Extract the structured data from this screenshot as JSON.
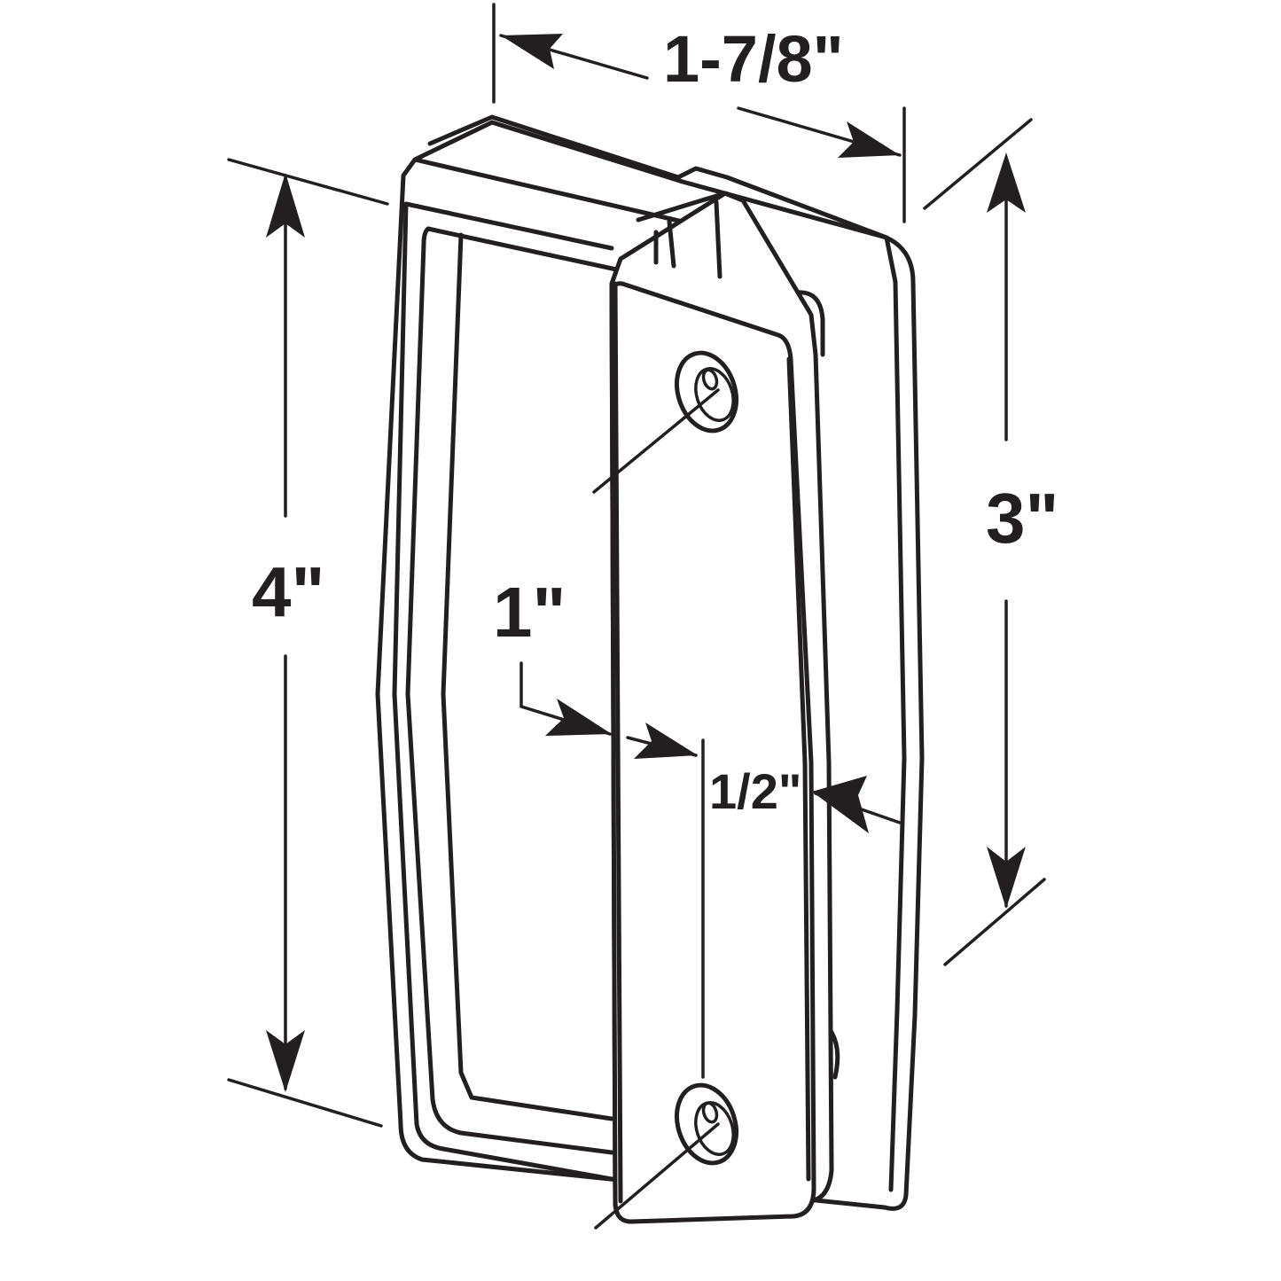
{
  "dimensions": {
    "width_label": "1-7/8\"",
    "height_label": "4\"",
    "hole_spacing_label": "3\"",
    "pull_depth_label": "1\"",
    "flange_label": "1/2\""
  },
  "colors": {
    "ink": "#231f20",
    "background": "#ffffff"
  }
}
